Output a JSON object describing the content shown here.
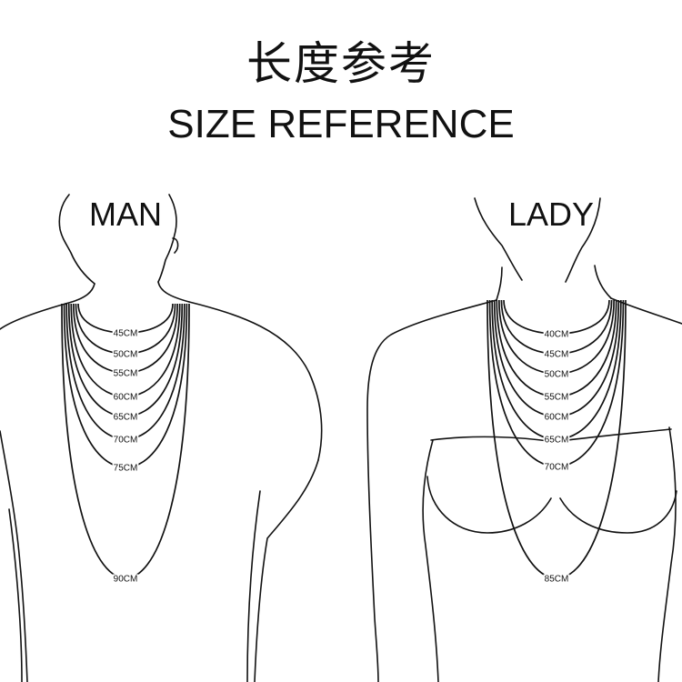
{
  "header": {
    "title_cn": "长度参考",
    "title_en": "SIZE REFERENCE"
  },
  "man": {
    "label": "MAN",
    "lengths": [
      "45CM",
      "50CM",
      "55CM",
      "60CM",
      "65CM",
      "70CM",
      "75CM",
      "90CM"
    ]
  },
  "lady": {
    "label": "LADY",
    "lengths": [
      "40CM",
      "45CM",
      "50CM",
      "55CM",
      "60CM",
      "65CM",
      "70CM",
      "85CM"
    ]
  }
}
